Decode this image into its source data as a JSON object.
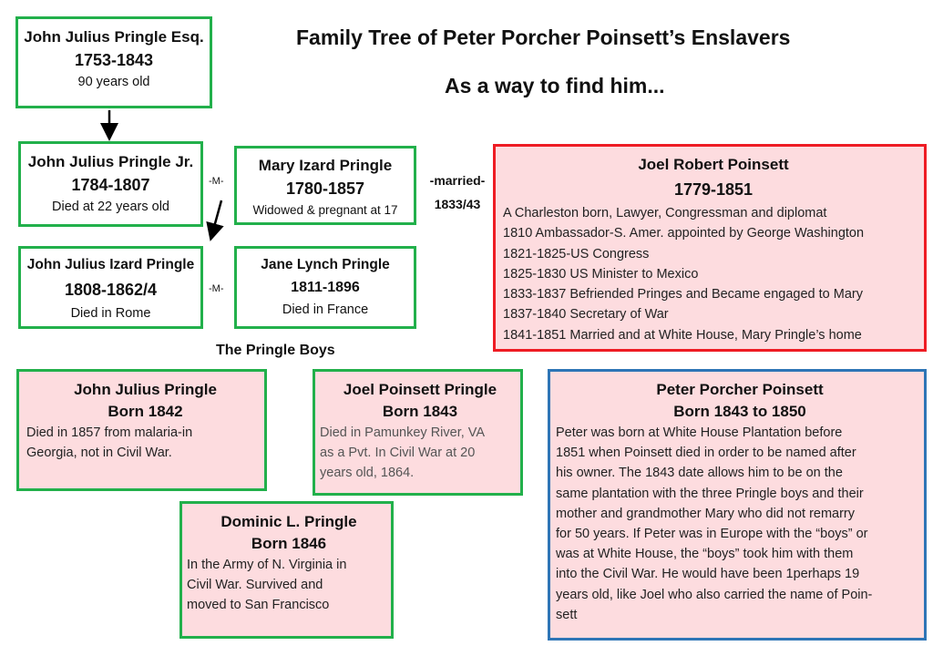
{
  "title": "Family Tree of Peter Porcher Poinsett’s Enslavers",
  "subtitle": "As a way to find him...",
  "esq": {
    "name": "John Julius Pringle Esq.",
    "years": "1753-1843",
    "note": "90 years old"
  },
  "jr": {
    "name": "John Julius Pringle Jr.",
    "years": "1784-1807",
    "note": "Died at 22 years old"
  },
  "mary": {
    "name": "Mary Izard Pringle",
    "years": "1780-1857",
    "note": "Widowed & pregnant at 17"
  },
  "married": {
    "label": "-married-",
    "years": "1833/43"
  },
  "m1": "-M-",
  "m2": "-M-",
  "joel_robert": {
    "name": "Joel Robert Poinsett",
    "years": "1779-1851",
    "lines": [
      "A Charleston born, Lawyer, Congressman and diplomat",
      "1810 Ambassador-S. Amer. appointed by George Washington",
      "1821-1825-US Congress",
      "1825-1830 US Minister to Mexico",
      "1833-1837 Befriended Pringes and Became engaged to Mary",
      "1837-1840 Secretary of War",
      "1841-1851 Married and at White House, Mary Pringle’s home"
    ]
  },
  "izard": {
    "name": "John Julius Izard Pringle",
    "years": "1808-1862/4",
    "note": "Died in Rome"
  },
  "jane": {
    "name": "Jane Lynch Pringle",
    "years": "1811-1896",
    "note": "Died in France"
  },
  "boys_heading": "The Pringle Boys",
  "boy1": {
    "name": "John Julius Pringle",
    "born": "Born 1842",
    "lines": [
      "Died in 1857 from malaria-in",
      "Georgia, not in Civil War."
    ]
  },
  "boy2": {
    "name": "Joel Poinsett Pringle",
    "born": "Born 1843",
    "lines": [
      "Died in Pamunkey River,  VA",
      "as a Pvt. In Civil War at 20",
      "years old, 1864."
    ]
  },
  "boy3": {
    "name": "Dominic L. Pringle",
    "born": "Born 1846",
    "lines": [
      "In the Army of N. Virginia in",
      "Civil War. Survived and",
      "moved to San Francisco"
    ]
  },
  "peter": {
    "name": "Peter Porcher Poinsett",
    "born": "Born 1843 to 1850",
    "lines": [
      "Peter was born at White House Plantation before",
      "1851 when Poinsett died in order to be named after",
      "his owner. The 1843 date allows him to be on the",
      "same plantation with the three Pringle boys and their",
      "mother and grandmother Mary who did not remarry",
      "for 50 years. If Peter was in Europe with the “boys” or",
      "was at White House, the “boys” took him with them",
      "into the Civil War. He would have been 1perhaps 19",
      "years old, like Joel who also carried the name of Poin-",
      "sett"
    ]
  }
}
